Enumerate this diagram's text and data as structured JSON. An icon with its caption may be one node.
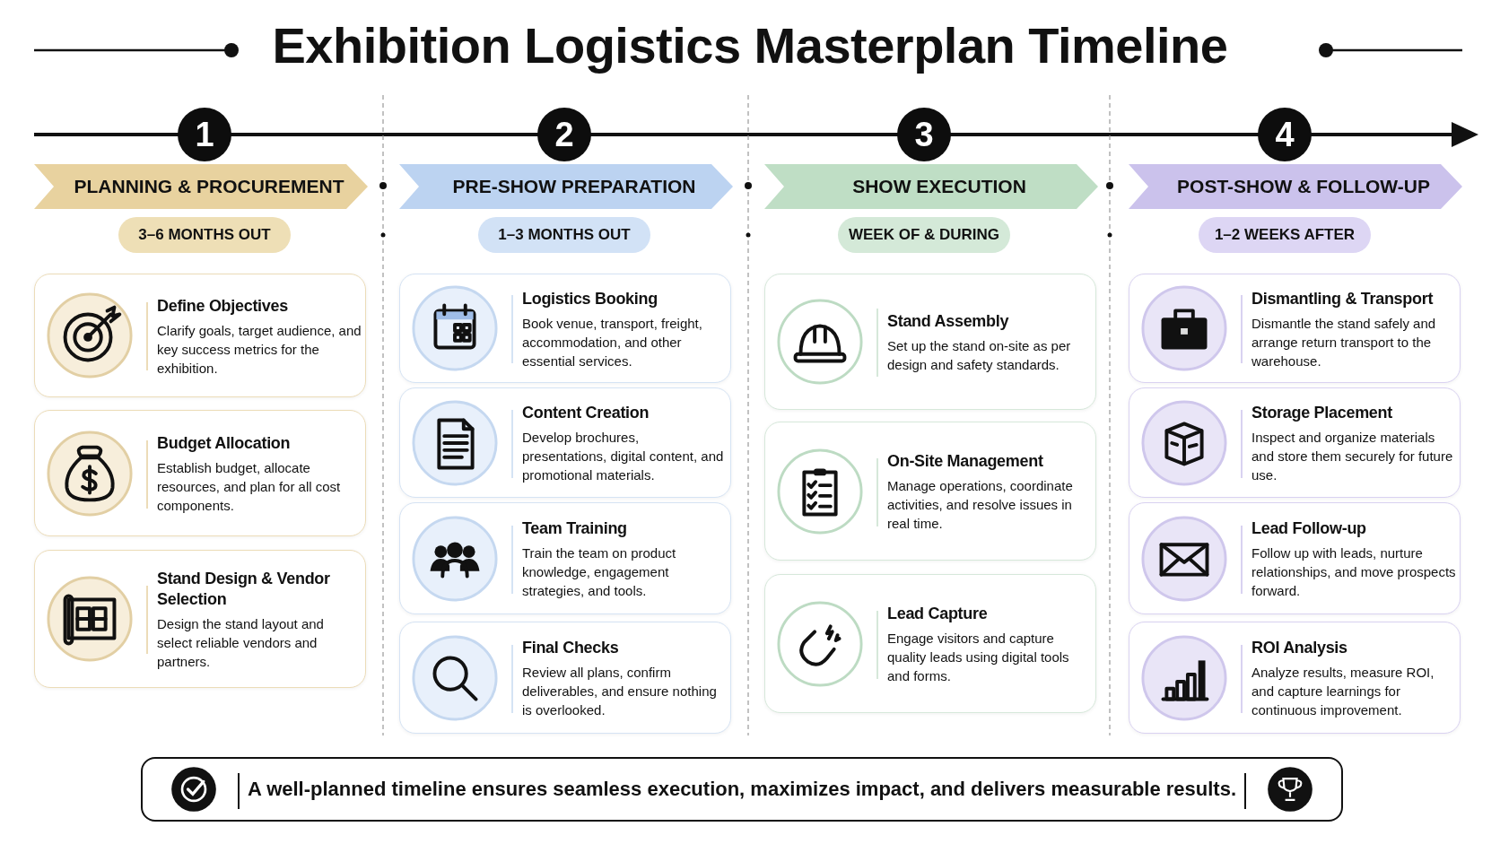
{
  "diagram": {
    "title": "Exhibition Logistics Masterplan Timeline",
    "nodes": [
      {
        "text": [
          "1"
        ]
      },
      {
        "text": [
          "PLANNING & PROCUREMENT"
        ]
      },
      {
        "text": [
          "3–6 MONTHS OUT"
        ]
      },
      {
        "text": [
          "Define Objectives",
          "Clarify goals, target audience, and key success metrics for the exhibition."
        ]
      },
      {
        "text": [
          "Budget Allocation",
          "Establish budget, allocate resources, and plan for all cost components."
        ]
      },
      {
        "text": [
          "Stand Design & Vendor Selection",
          "Design the stand layout and select reliable vendors and partners."
        ]
      },
      {
        "text": [
          "2"
        ]
      },
      {
        "text": [
          "PRE-SHOW PREPARATION"
        ]
      },
      {
        "text": [
          "1–3 MONTHS OUT"
        ]
      },
      {
        "text": [
          "Logistics Booking",
          "Book venue, transport, freight, accommodation, and other essential services."
        ]
      },
      {
        "text": [
          "Content Creation",
          "Develop brochures, presentations, digital content, and promotional materials."
        ]
      },
      {
        "text": [
          "Team Training",
          "Train the team on product knowledge, engagement strategies, and tools."
        ]
      },
      {
        "text": [
          "Final Checks",
          "Review all plans, confirm deliverables, and ensure nothing is overlooked."
        ]
      },
      {
        "text": [
          "3"
        ]
      },
      {
        "text": [
          "SHOW EXECUTION"
        ]
      },
      {
        "text": [
          "WEEK OF & DURING"
        ]
      },
      {
        "text": [
          "Stand Assembly",
          "Set up the stand on-site as per design and safety standards."
        ]
      },
      {
        "text": [
          "On-Site Management",
          "Manage operations, coordinate activities, and resolve issues in real time."
        ]
      },
      {
        "text": [
          "Lead Capture",
          "Engage visitors and capture quality leads using digital tools and forms."
        ]
      },
      {
        "text": [
          "4"
        ]
      },
      {
        "text": [
          "POST-SHOW & FOLLOW-UP"
        ]
      },
      {
        "text": [
          "1–2 WEEKS AFTER"
        ]
      },
      {
        "text": [
          "Dismantling & Transport",
          "Dismantle the stand safely and arrange return transport to the warehouse."
        ]
      },
      {
        "text": [
          "Storage Placement",
          "Inspect and organize materials and store them securely for future use."
        ]
      },
      {
        "text": [
          "Lead Follow-up",
          "Follow up with leads, nurture relationships, and move prospects forward."
        ]
      },
      {
        "text": [
          "ROI Analysis",
          "Analyze results, measure ROI, and capture learnings for continuous improvement."
        ]
      },
      {
        "text": [
          "A well-planned timeline ensures seamless execution, maximizes impact, and delivers measurable results."
        ]
      }
    ]
  }
}
